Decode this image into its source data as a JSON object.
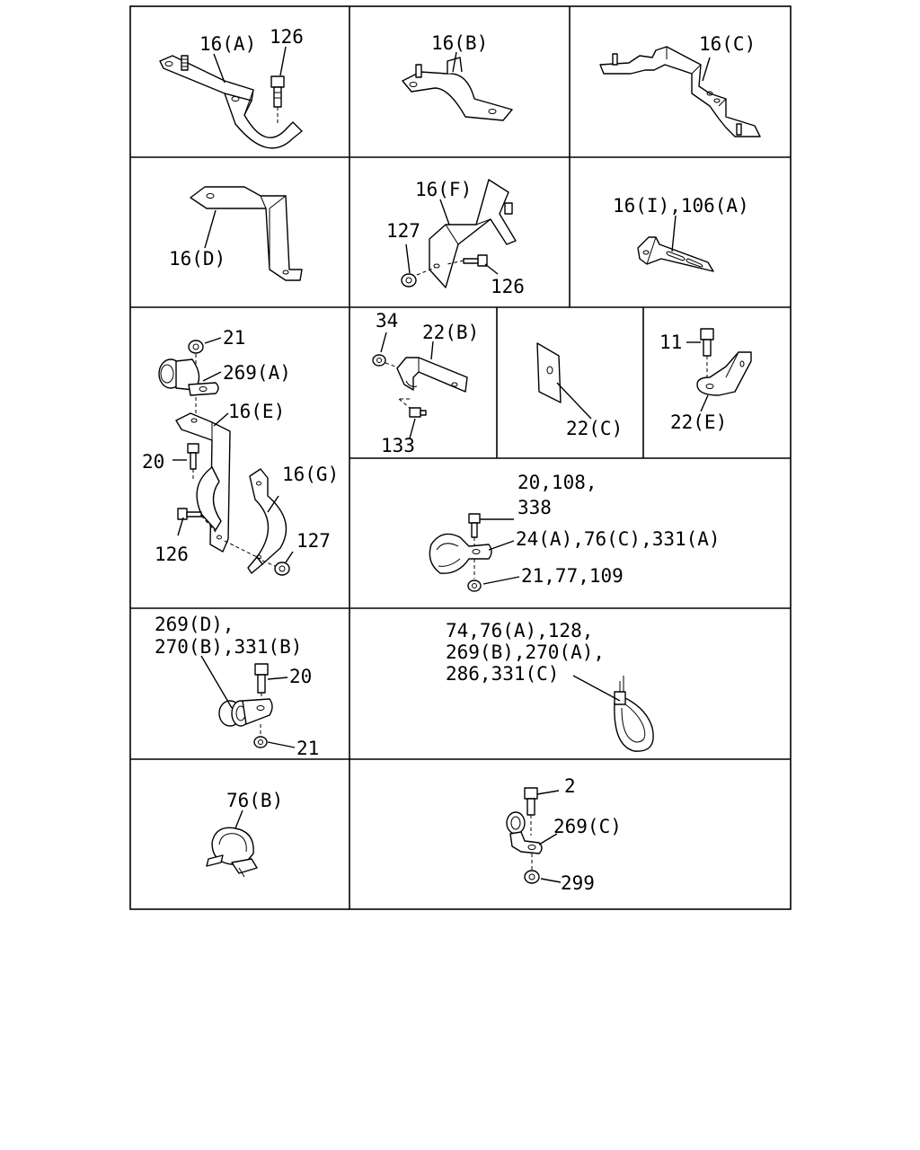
{
  "cells": {
    "c1": {
      "part": "16(A)",
      "bolt": "126"
    },
    "c2": {
      "part": "16(B)"
    },
    "c3": {
      "part": "16(C)"
    },
    "c4": {
      "part": "16(D)"
    },
    "c5": {
      "part": "16(F)",
      "nut": "127",
      "bolt": "126"
    },
    "c6": {
      "part": "16(I),106(A)"
    },
    "c7": {
      "nut": "21",
      "clip": "269(A)",
      "bracket_e": "16(E)",
      "bolt_20": "20",
      "bracket_g": "16(G)",
      "bolt_126": "126",
      "nut_127": "127"
    },
    "c8": {
      "nut": "34",
      "part": "22(B)",
      "bolt": "133"
    },
    "c9": {
      "part": "22(C)"
    },
    "c10": {
      "bolt": "11",
      "part": "22(E)"
    },
    "c11": {
      "bolt_line1": "20,108,",
      "bolt_line2": "338",
      "clamp": "24(A),76(C),331(A)",
      "nut": "21,77,109"
    },
    "c12": {
      "clip_line1": "269(D),",
      "clip_line2": "270(B),331(B)",
      "bolt": "20",
      "nut": "21"
    },
    "c13": {
      "line1": "74,76(A),128,",
      "line2": "269(B),270(A),",
      "line3": "286,331(C)"
    },
    "c14": {
      "part": "76(B)"
    },
    "c15": {
      "bolt": "2",
      "clip": "269(C)",
      "nut": "299"
    }
  }
}
